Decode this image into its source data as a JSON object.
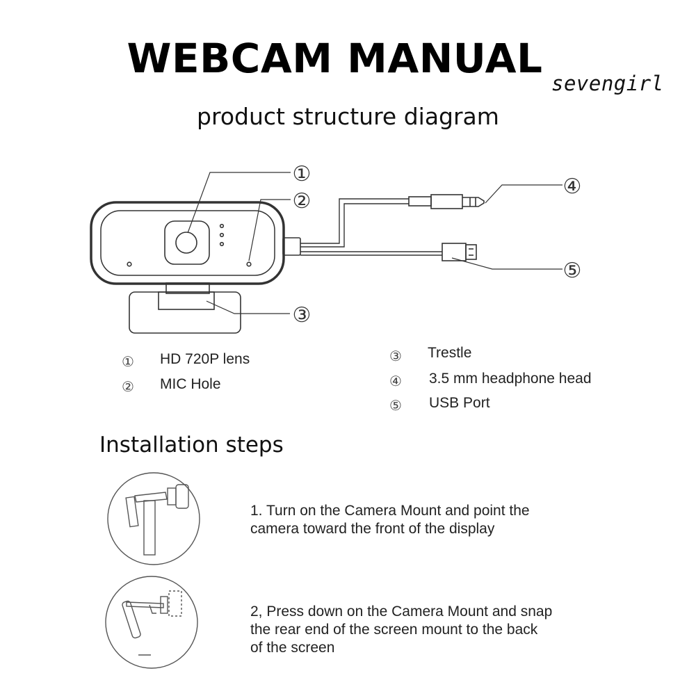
{
  "header": {
    "title": "WEBCAM MANUAL",
    "brand": "sevengirl",
    "subtitle": "product structure diagram"
  },
  "diagram": {
    "callouts": [
      "①",
      "②",
      "③",
      "④",
      "⑤"
    ]
  },
  "legend": [
    {
      "num": "①",
      "text": "HD 720P lens"
    },
    {
      "num": "②",
      "text": "MIC Hole"
    },
    {
      "num": "③",
      "text": "Trestle"
    },
    {
      "num": "④",
      "text": "3.5 mm headphone head"
    },
    {
      "num": "⑤",
      "text": "USB Port"
    }
  ],
  "installation": {
    "heading": "Installation steps",
    "steps": [
      {
        "line1": "1. Turn on the Camera Mount and point the",
        "line2": "camera toward the front of the display",
        "line3": ""
      },
      {
        "line1": "2, Press down on the Camera Mount and snap",
        "line2": "the rear end of the screen mount to the back",
        "line3": "of the screen"
      }
    ]
  }
}
